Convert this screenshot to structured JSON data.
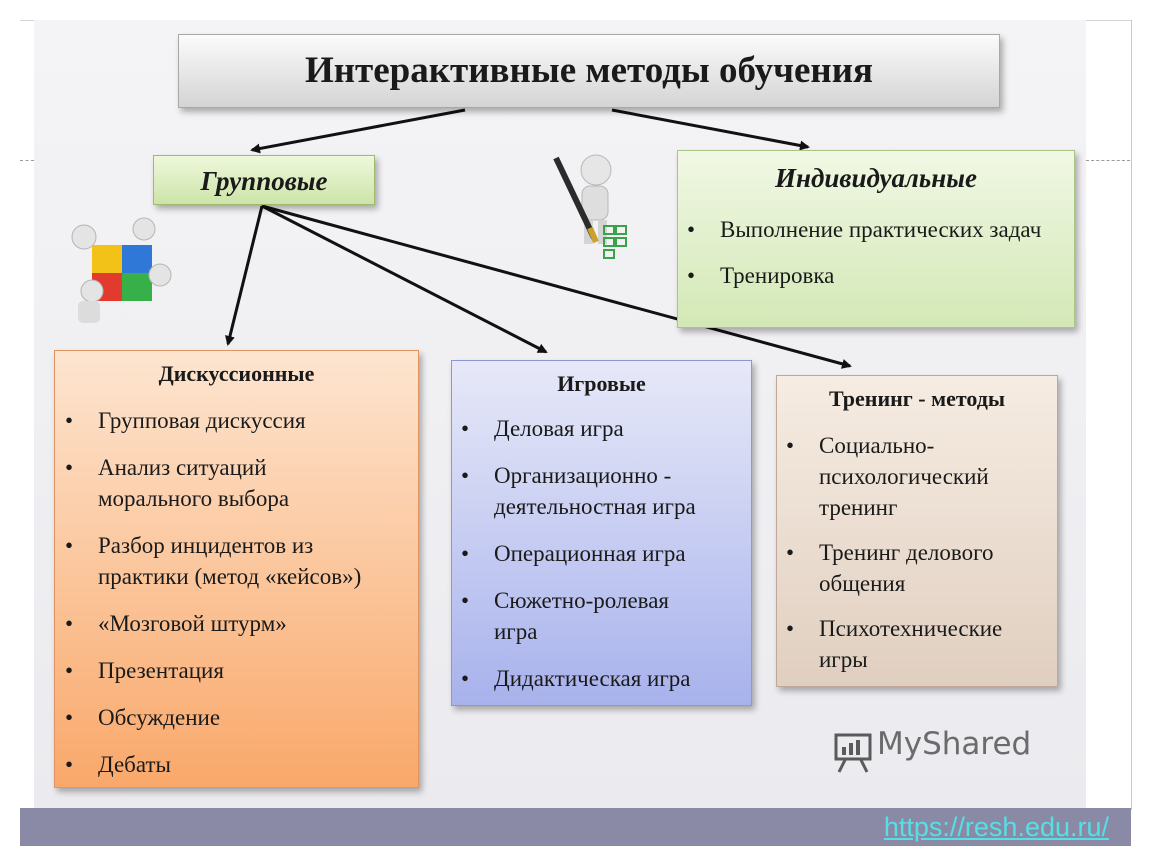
{
  "title": "Интерактивные методы обучения",
  "group": {
    "label": "Групповые"
  },
  "individual": {
    "title": "Индивидуальные",
    "items": [
      "Выполнение практических задач",
      "Тренировка"
    ]
  },
  "discussion": {
    "title": "Дискуссионные",
    "items": [
      "Групповая дискуссия",
      "Анализ ситуаций морального выбора",
      "Разбор инцидентов из практики (метод «кейсов»)",
      "«Мозговой штурм»",
      "Презентация",
      "Обсуждение",
      "Дебаты"
    ]
  },
  "game": {
    "title": "Игровые",
    "items": [
      "Деловая игра",
      "Организационно - деятельностная игра",
      "Операционная игра",
      "Сюжетно-ролевая игра",
      "Дидактическая игра"
    ]
  },
  "training": {
    "title": "Тренинг - методы",
    "items": [
      "Социально-психологический тренинг",
      "Тренинг делового общения",
      "Психотехнические игры"
    ]
  },
  "logo": {
    "text": "MyShared",
    "icon": "presentation-board-icon"
  },
  "footer": {
    "link": "https://resh.edu.ru/"
  },
  "colors": {
    "discussion": "#f9a86a",
    "game": "#a8b2ec",
    "training": "#e0cfc0",
    "individual": "#d3e8b6",
    "footer": "#8a8aa6"
  }
}
